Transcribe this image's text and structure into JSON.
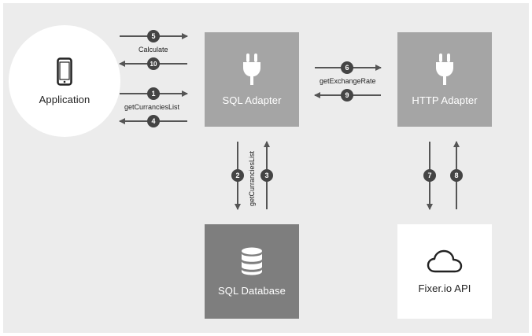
{
  "nodes": {
    "application": "Application",
    "sql_adapter": "SQL Adapter",
    "http_adapter": "HTTP Adapter",
    "sql_database": "SQL Database",
    "fixer_api": "Fixer.io API"
  },
  "edge_labels": {
    "calculate": "Calculate",
    "get_currancies_list_top": "getCurranciesList",
    "get_exchange_rate": "getExchangeRate",
    "get_currancies_list_vertical": "getCurranciesList"
  },
  "steps": {
    "s1": "1",
    "s2": "2",
    "s3": "3",
    "s4": "4",
    "s5": "5",
    "s6": "6",
    "s7": "7",
    "s8": "8",
    "s9": "9",
    "s10": "10"
  },
  "colors": {
    "background": "#ececec",
    "adapter_box": "#a5a5a5",
    "database_box": "#7e7e7e",
    "arrow": "#555555",
    "badge": "#444444"
  },
  "icons": {
    "application": "smartphone-icon",
    "sql_adapter": "plug-icon",
    "http_adapter": "plug-icon",
    "sql_database": "database-icon",
    "fixer_api": "cloud-icon"
  }
}
